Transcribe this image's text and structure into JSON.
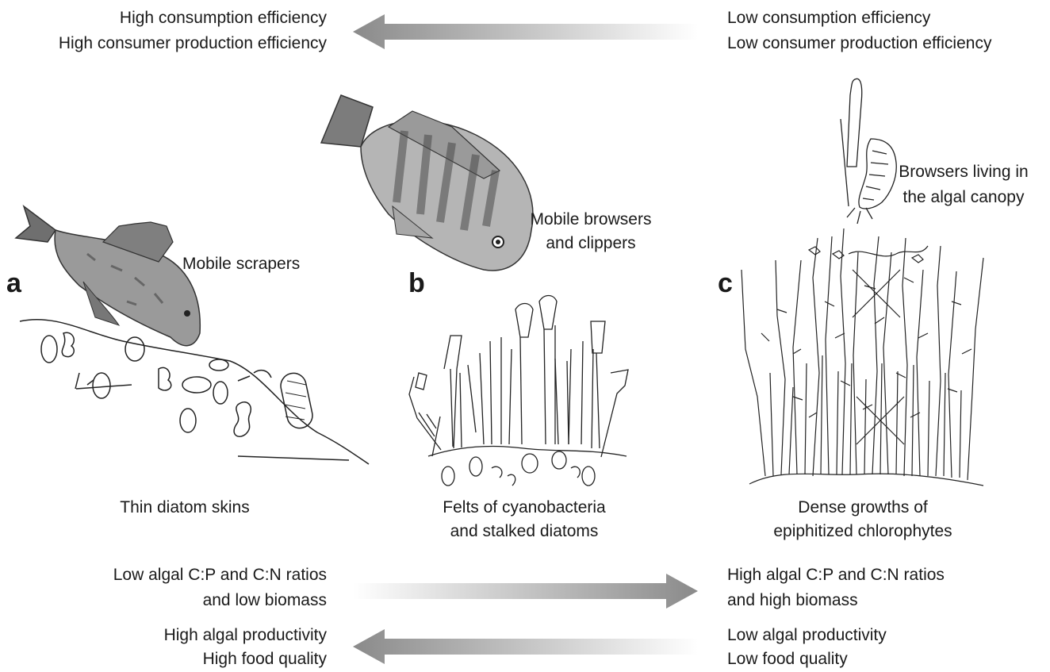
{
  "top": {
    "left_line1": "High consumption efficiency",
    "left_line2": "High consumer production efficiency",
    "right_line1": "Low consumption efficiency",
    "right_line2": "Low consumer production efficiency"
  },
  "panels": {
    "a": {
      "letter": "a",
      "consumer": "Mobile scrapers",
      "algae": "Thin diatom skins"
    },
    "b": {
      "letter": "b",
      "consumer_line1": "Mobile browsers",
      "consumer_line2": "and clippers",
      "algae_line1": "Felts of cyanobacteria",
      "algae_line2": "and stalked diatoms"
    },
    "c": {
      "letter": "c",
      "consumer_line1": "Browsers living in",
      "consumer_line2": "the algal canopy",
      "algae_line1": "Dense growths of",
      "algae_line2": "epiphitized chlorophytes"
    }
  },
  "bottom": {
    "ratio_left_line1": "Low algal C:P and C:N ratios",
    "ratio_left_line2": "and low biomass",
    "ratio_right_line1": "High algal C:P and C:N ratios",
    "ratio_right_line2": "and high biomass",
    "prod_left_line1": "High algal productivity",
    "prod_left_line2": "High food quality",
    "prod_right_line1": "Low algal productivity",
    "prod_right_line2": "Low food quality"
  },
  "colors": {
    "arrow_dark": "#8a8a8a",
    "arrow_light": "#ffffff",
    "ink": "#1a1a1a"
  },
  "icons": [
    "fish-icon",
    "cichlid-icon",
    "amphipod-icon",
    "algae-icon"
  ]
}
